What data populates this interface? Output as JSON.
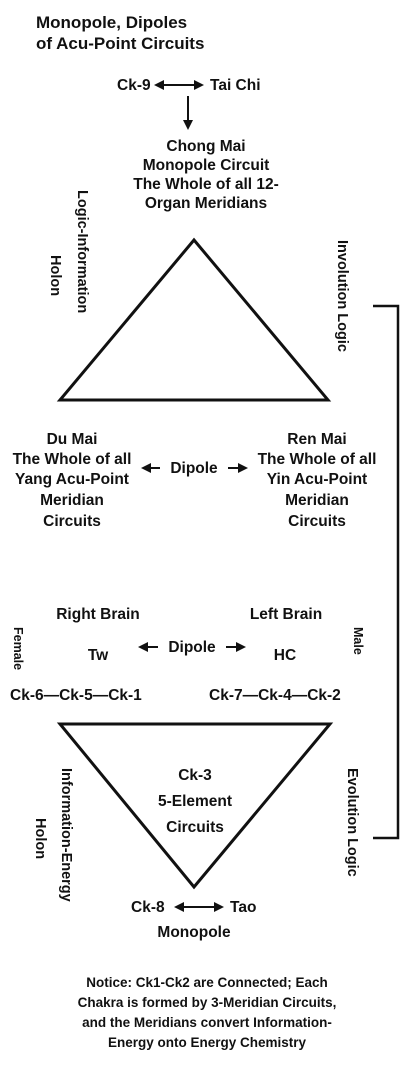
{
  "title": {
    "line1": "Monopole, Dipoles",
    "line2": "of Acu-Point Circuits"
  },
  "top": {
    "ck9": "Ck-9",
    "tai_chi": "Tai Chi"
  },
  "chong_mai": {
    "line1": "Chong Mai",
    "line2": "Monopole Circuit",
    "line3": "The Whole of all 12-",
    "line4": "Organ Meridians"
  },
  "side_labels": {
    "logic_info_1": "Logic-Information",
    "logic_info_2": "Holon",
    "involution": "Involution Logic",
    "evolution": "Evolution Logic",
    "info_energy_1": "Information-Energy",
    "info_energy_2": "Holon",
    "female": "Female",
    "male": "Male"
  },
  "du_mai": {
    "line1": "Du Mai",
    "line2": "The Whole of all",
    "line3": "Yang Acu-Point",
    "line4": "Meridian",
    "line5": "Circuits"
  },
  "ren_mai": {
    "line1": "Ren Mai",
    "line2": "The Whole of all",
    "line3": "Yin Acu-Point",
    "line4": "Meridian",
    "line5": "Circuits"
  },
  "dipole_1": "Dipole",
  "brain": {
    "right": "Right Brain",
    "left": "Left Brain",
    "tw": "Tw",
    "hc": "HC",
    "dipole": "Dipole"
  },
  "chakras": {
    "left": "Ck-6—Ck-5—Ck-1",
    "right": "Ck-7—Ck-4—Ck-2"
  },
  "ck3": {
    "line1": "Ck-3",
    "line2": "5-Element",
    "line3": "Circuits"
  },
  "bottom": {
    "ck8": "Ck-8",
    "tao": "Tao",
    "monopole": "Monopole"
  },
  "notice": {
    "line1": "Notice: Ck1-Ck2 are Connected; Each",
    "line2": "Chakra is formed by 3-Meridian Circuits,",
    "line3": "and the Meridians convert Information-",
    "line4": "Energy onto Energy Chemistry"
  }
}
